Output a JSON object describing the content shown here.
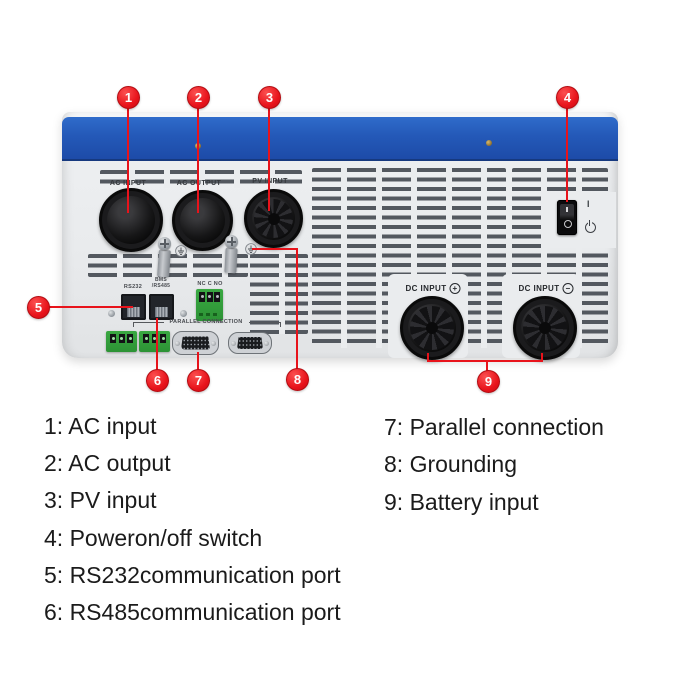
{
  "colors": {
    "accent_red": "#e8131b",
    "band_blue": "#2459b8",
    "body_gray": "#eaecee",
    "terminal_green": "#35a53c"
  },
  "device": {
    "ports": {
      "ac_input": "AC INPUT",
      "ac_output": "AC OUTPUT",
      "pv_input": "PV INPUT",
      "dc_input_plus": "DC INPUT",
      "dc_input_minus": "DC INPUT",
      "plus_sign": "+",
      "minus_sign": "−"
    },
    "comm": {
      "rs232": "RS232",
      "bms": "BMS",
      "rs485": "/RS485",
      "relay_contacts": "NC  C  NO",
      "parallel": "PARALLEL CONNECTION"
    },
    "switch": {
      "rocker_on": "I",
      "rocker_off": "O",
      "side_on": "I"
    }
  },
  "callouts": [
    {
      "num": "1"
    },
    {
      "num": "2"
    },
    {
      "num": "3"
    },
    {
      "num": "4"
    },
    {
      "num": "5"
    },
    {
      "num": "6"
    },
    {
      "num": "7"
    },
    {
      "num": "8"
    },
    {
      "num": "9"
    }
  ],
  "legend": {
    "left": [
      {
        "label": "1: AC input"
      },
      {
        "label": "2: AC output"
      },
      {
        "label": "3: PV input"
      },
      {
        "label": "4: Poweron/off switch"
      },
      {
        "label": "5: RS232communication port"
      },
      {
        "label": "6: RS485communication port"
      }
    ],
    "right": [
      {
        "label": "7: Parallel connection"
      },
      {
        "label": "8: Grounding"
      },
      {
        "label": "9: Battery input"
      }
    ]
  }
}
